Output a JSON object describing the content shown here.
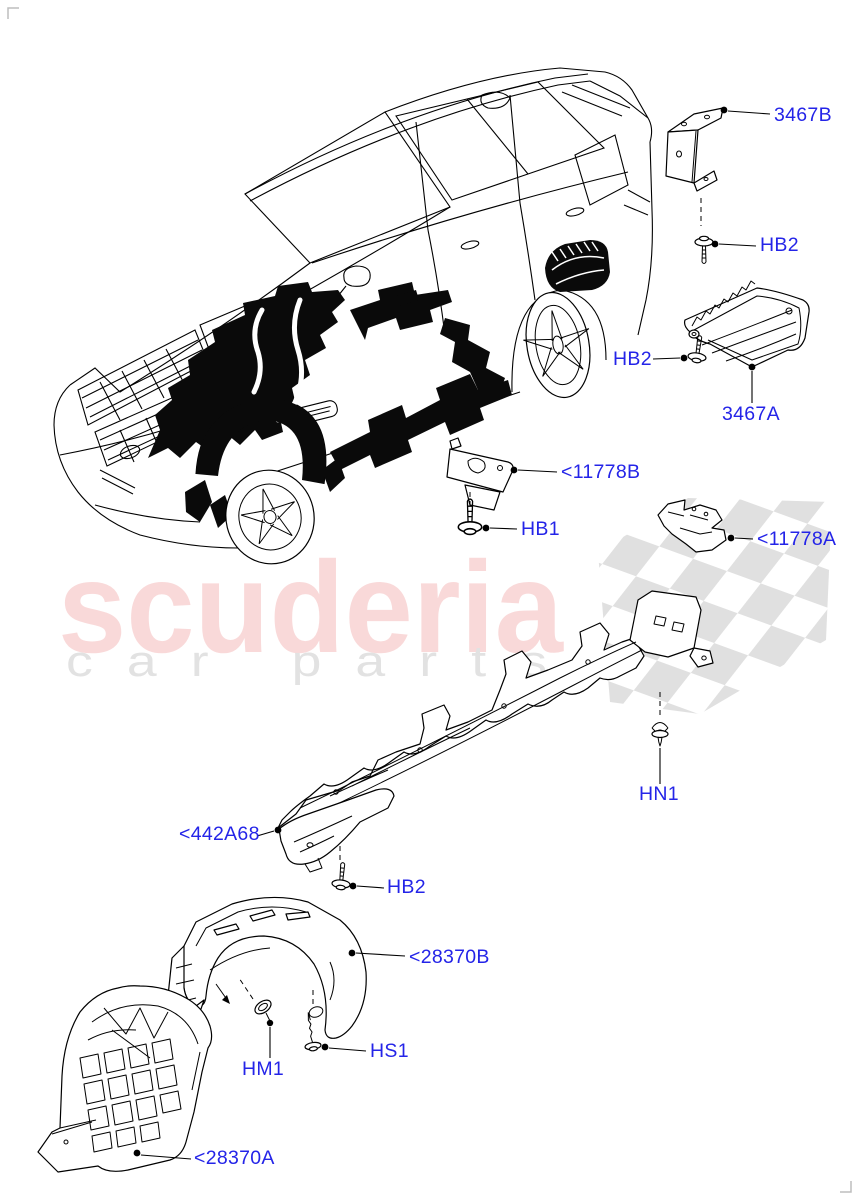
{
  "diagram": {
    "kind": "vehicle-parts-exploded-diagram",
    "vehicle": "SUV front three-quarter line illustration with highlighted splash-shield panels",
    "watermark": {
      "brand": "scuderia",
      "tagline": "car parts"
    },
    "callouts": [
      {
        "id": "c0",
        "label": "3467B",
        "part": "rear-mount-bracket"
      },
      {
        "id": "c1",
        "label": "HB2",
        "part": "flanged-screw"
      },
      {
        "id": "c2",
        "label": "HB2",
        "part": "flanged-screw"
      },
      {
        "id": "c3",
        "label": "3467A",
        "part": "rear-splash-shield"
      },
      {
        "id": "c4",
        "label": "<11778B",
        "part": "shield-plate"
      },
      {
        "id": "c5",
        "label": "HB1",
        "part": "washer-bolt"
      },
      {
        "id": "c6",
        "label": "<11778A",
        "part": "shield-bracket"
      },
      {
        "id": "c7",
        "label": "HN1",
        "part": "push-pin"
      },
      {
        "id": "c8",
        "label": "<442A68",
        "part": "underbody-shield"
      },
      {
        "id": "c9",
        "label": "HB2",
        "part": "flanged-screw"
      },
      {
        "id": "c10",
        "label": "<28370B",
        "part": "wheelhouse-liner-rear-section"
      },
      {
        "id": "c11",
        "label": "HM1",
        "part": "plastic-clip"
      },
      {
        "id": "c12",
        "label": "HS1",
        "part": "trim-screw"
      },
      {
        "id": "c13",
        "label": "<28370A",
        "part": "wheelhouse-liner-front-section"
      }
    ]
  },
  "colors": {
    "label_blue": "#2424e8",
    "line_black": "#0a0a0a",
    "watermark_pink": "#e96a6a",
    "watermark_gray": "#e2e2e2",
    "flag_gray": "#d8d8d8",
    "crop_mark_gray": "#bdbdbd"
  }
}
